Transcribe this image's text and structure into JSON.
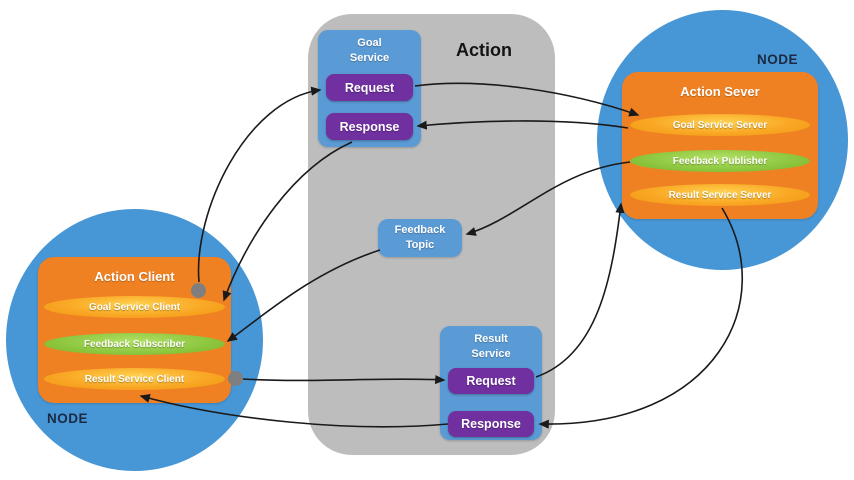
{
  "diagram": {
    "action": {
      "title": "Action",
      "goal_service": {
        "label": "Goal\nService",
        "request": "Request",
        "response": "Response"
      },
      "feedback_topic": {
        "label": "Feedback\nTopic"
      },
      "result_service": {
        "label": "Result\nService",
        "request": "Request",
        "response": "Response"
      }
    },
    "server_node": {
      "node_label": "NODE",
      "title": "Action Sever",
      "items": [
        {
          "label": "Goal Service Server",
          "type": "service-server"
        },
        {
          "label": "Feedback Publisher",
          "type": "publisher"
        },
        {
          "label": "Result Service Server",
          "type": "service-server"
        }
      ]
    },
    "client_node": {
      "node_label": "NODE",
      "title": "Action Client",
      "items": [
        {
          "label": "Goal Service Client",
          "type": "service-client"
        },
        {
          "label": "Feedback Subscriber",
          "type": "subscriber"
        },
        {
          "label": "Result Service Client",
          "type": "service-client"
        }
      ]
    },
    "connections": [
      {
        "from": "Action Client",
        "to": "Goal Service Request"
      },
      {
        "from": "Goal Service Request",
        "to": "Goal Service Server"
      },
      {
        "from": "Goal Service Server",
        "to": "Goal Service Response"
      },
      {
        "from": "Goal Service Response",
        "to": "Goal Service Client"
      },
      {
        "from": "Feedback Publisher",
        "to": "Feedback Topic"
      },
      {
        "from": "Feedback Topic",
        "to": "Feedback Subscriber"
      },
      {
        "from": "Result Service Client",
        "to": "Result Service Request"
      },
      {
        "from": "Result Service Request",
        "to": "Result Service Server"
      },
      {
        "from": "Result Service Server",
        "to": "Result Service Response"
      },
      {
        "from": "Result Service Response",
        "to": "Result Service Client"
      }
    ],
    "colors": {
      "node_circle": "#4796d6",
      "orange_box": "#f08122",
      "yellow_pill": "#f9a825",
      "green_pill": "#8cc63e",
      "purple_button": "#7030a0",
      "blue_box": "#5b9bd5",
      "gray_panel": "#bdbdbd",
      "arrow": "#1a1a1a",
      "connector_dot": "#7f7f7f"
    }
  }
}
